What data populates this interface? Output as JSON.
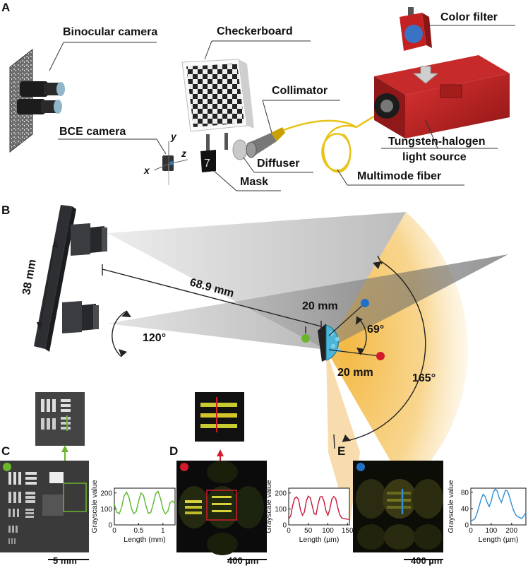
{
  "panels": {
    "a": "A",
    "b": "B",
    "c": "C",
    "d": "D",
    "e": "E"
  },
  "setup_labels": {
    "binocular_camera": "Binocular camera",
    "checkerboard": "Checkerboard",
    "color_filter": "Color filter",
    "collimator": "Collimator",
    "bce_camera": "BCE camera",
    "tungsten_line1": "Tungsten-halogen",
    "tungsten_line2": "light source",
    "diffuser": "Diffuser",
    "mask": "Mask",
    "multimode_fiber": "Multimode fiber",
    "axis_x": "x",
    "axis_y": "y",
    "axis_z": "z"
  },
  "geometry_labels": {
    "baseline": "38 mm",
    "distance": "68.9 mm",
    "top_radius": "20 mm",
    "bottom_radius": "20 mm",
    "angle_inner": "69°",
    "angle_fov": "165°",
    "angle_binocular": "120°"
  },
  "colors": {
    "green_marker": "#6bb52d",
    "red_marker": "#d11a2a",
    "blue_marker": "#2170c8",
    "light_source": "#b51f1f",
    "fov_yellow": "#f3b53a"
  },
  "scale_bars": {
    "c": "5 mm",
    "d": "400 µm",
    "e": "400 µm"
  },
  "chart_data": [
    {
      "type": "line",
      "panel": "C",
      "xlabel": "Length (mm)",
      "ylabel": "Grayscale value",
      "xlim": [
        0,
        1.25
      ],
      "ylim": [
        0,
        230
      ],
      "xticks": [
        "0",
        "0.5",
        "1"
      ],
      "yticks": [
        "0",
        "100",
        "200"
      ],
      "color": "#5ab52a",
      "x": [
        0,
        0.05,
        0.1,
        0.15,
        0.2,
        0.25,
        0.3,
        0.35,
        0.4,
        0.45,
        0.5,
        0.55,
        0.6,
        0.65,
        0.7,
        0.75,
        0.8,
        0.85,
        0.9,
        0.95,
        1.0,
        1.05,
        1.1,
        1.15,
        1.2,
        1.25
      ],
      "y": [
        130,
        80,
        70,
        110,
        180,
        205,
        175,
        105,
        70,
        85,
        150,
        200,
        185,
        120,
        72,
        78,
        130,
        195,
        210,
        165,
        100,
        70,
        85,
        140,
        150,
        135
      ]
    },
    {
      "type": "line",
      "panel": "D",
      "xlabel": "Length (µm)",
      "ylabel": "Grayscale value",
      "xlim": [
        0,
        155
      ],
      "ylim": [
        0,
        230
      ],
      "xticks": [
        "0",
        "50",
        "100",
        "150"
      ],
      "yticks": [
        "0",
        "100",
        "200"
      ],
      "color": "#c8183a",
      "x": [
        0,
        5,
        10,
        15,
        20,
        25,
        30,
        35,
        40,
        45,
        50,
        55,
        60,
        65,
        70,
        75,
        80,
        85,
        90,
        95,
        100,
        105,
        110,
        115,
        120,
        125,
        130,
        135,
        140,
        145,
        150,
        155
      ],
      "y": [
        40,
        55,
        120,
        165,
        175,
        160,
        95,
        60,
        80,
        150,
        180,
        170,
        120,
        70,
        65,
        130,
        175,
        178,
        150,
        90,
        60,
        100,
        160,
        178,
        165,
        110,
        65,
        45,
        40,
        38,
        36,
        35
      ]
    },
    {
      "type": "line",
      "panel": "E",
      "xlabel": "Length (µm)",
      "ylabel": "Grayscale value",
      "xlim": [
        0,
        270
      ],
      "ylim": [
        0,
        90
      ],
      "xticks": [
        "0",
        "100",
        "200"
      ],
      "yticks": [
        "0",
        "40",
        "80"
      ],
      "color": "#2e8fd6",
      "x": [
        0,
        10,
        20,
        30,
        40,
        50,
        60,
        70,
        80,
        90,
        100,
        110,
        120,
        130,
        140,
        150,
        160,
        170,
        180,
        190,
        200,
        210,
        220,
        230,
        240,
        250,
        260,
        270
      ],
      "y": [
        10,
        12,
        15,
        28,
        45,
        62,
        75,
        70,
        55,
        45,
        58,
        80,
        88,
        82,
        65,
        55,
        70,
        85,
        83,
        68,
        50,
        35,
        25,
        20,
        18,
        16,
        22,
        30
      ]
    }
  ]
}
